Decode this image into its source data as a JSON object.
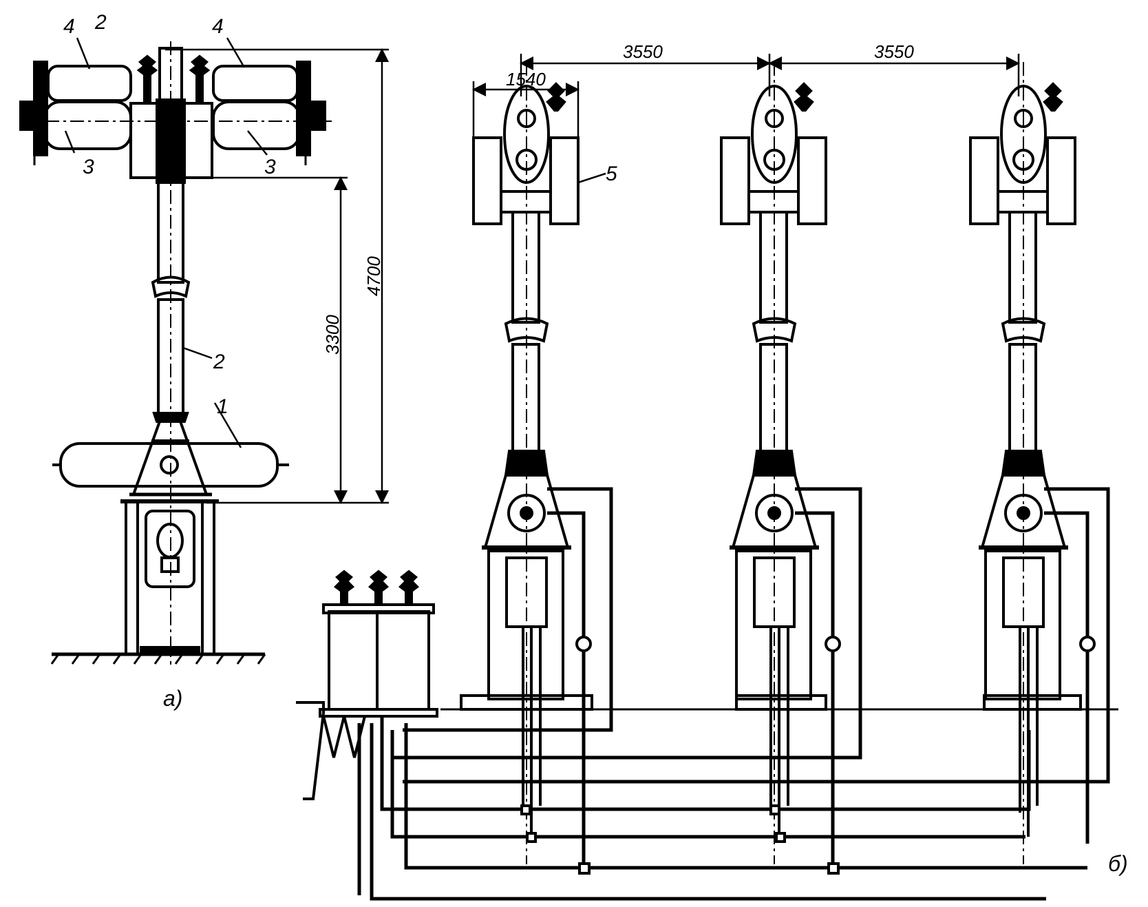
{
  "view_a": {
    "caption": "а)",
    "labels": {
      "receiver": "1",
      "insulator_column": "2",
      "chamber": "3",
      "shunt_resistor": "4",
      "top_mark": "2"
    },
    "dimensions": {
      "total_height": "4700",
      "column_height": "3300"
    }
  },
  "view_b": {
    "caption": "б)",
    "labels": {
      "shunt_resistor": "5"
    },
    "dimensions": {
      "pole_spacing_1": "3550",
      "pole_spacing_2": "3550",
      "head_width": "1540"
    }
  },
  "colors": {
    "ink": "#000000",
    "paper": "#ffffff"
  }
}
